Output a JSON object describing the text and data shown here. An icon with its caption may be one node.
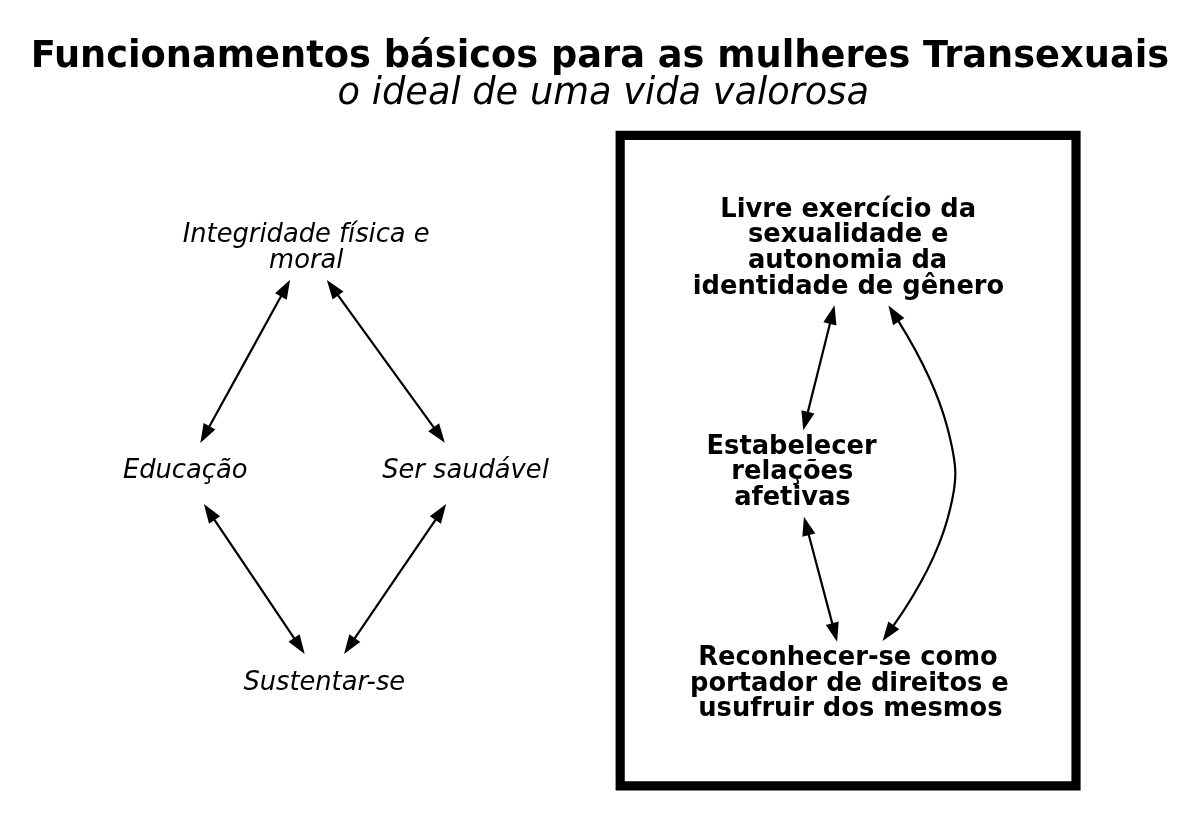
{
  "diagram": {
    "title": "Funcionamentos básicos para as mulheres Transexuais",
    "caption": "o ideal de uma vida valorosa",
    "nodes": [
      {
        "text": [
          "Integridade física e moral"
        ]
      },
      {
        "text": [
          "Educação"
        ]
      },
      {
        "text": [],
        "shape": "box"
      },
      {
        "text": [
          "Livre exercício da sexualidade e autonomia da identidade de gênero"
        ],
        "in": 2
      },
      {
        "text": [
          "Estabelecer relações afetivas"
        ],
        "in": 2
      },
      {
        "text": [
          "Reconhecer-se como portador de direitos e usufruir dos mesmos"
        ],
        "in": 2
      },
      {
        "text": [
          "Ser saudável"
        ]
      },
      {
        "text": [
          "Sustentar-se"
        ]
      }
    ],
    "edges": [
      {
        "from": 0,
        "to": 1,
        "arrow": "both"
      },
      {
        "from": 0,
        "to": 6,
        "arrow": "both"
      },
      {
        "from": 1,
        "to": 7,
        "arrow": "both"
      },
      {
        "from": 6,
        "to": 7,
        "arrow": "both"
      },
      {
        "from": 3,
        "to": 4,
        "arrow": "both"
      },
      {
        "from": 3,
        "to": 5,
        "arrow": "both"
      },
      {
        "from": 4,
        "to": 5,
        "arrow": "both"
      }
    ]
  }
}
